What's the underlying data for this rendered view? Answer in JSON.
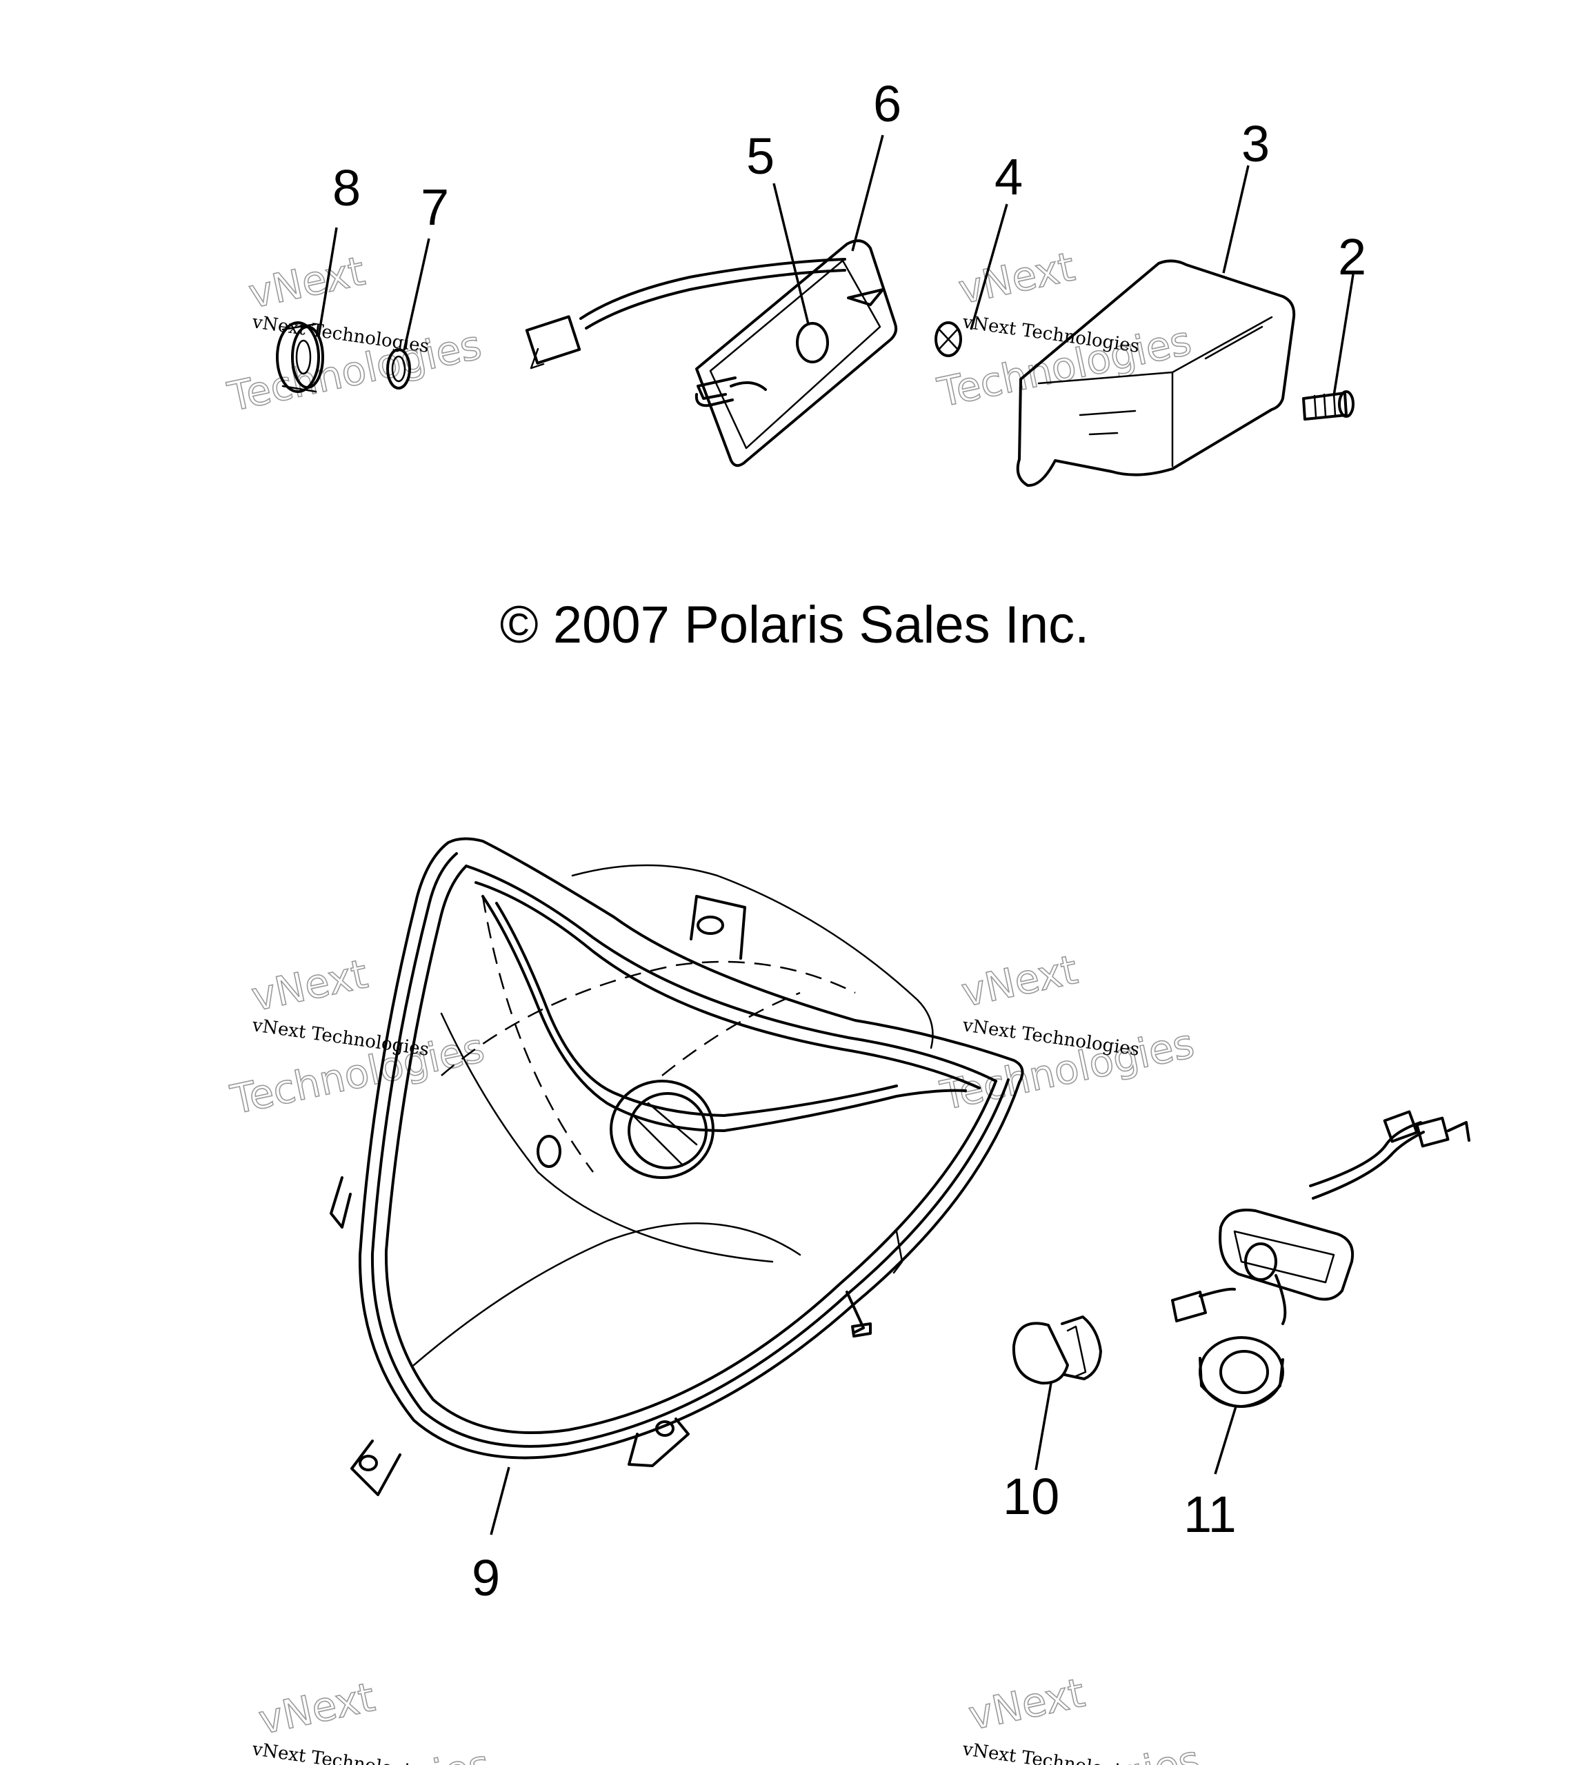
{
  "copyright": "© 2007 Polaris Sales Inc.",
  "watermark": {
    "line1": "vNext Technologies",
    "line2": "vNext",
    "line3": "Technologies"
  },
  "callouts": [
    "2",
    "3",
    "4",
    "5",
    "6",
    "7",
    "8",
    "9",
    "10",
    "11"
  ]
}
